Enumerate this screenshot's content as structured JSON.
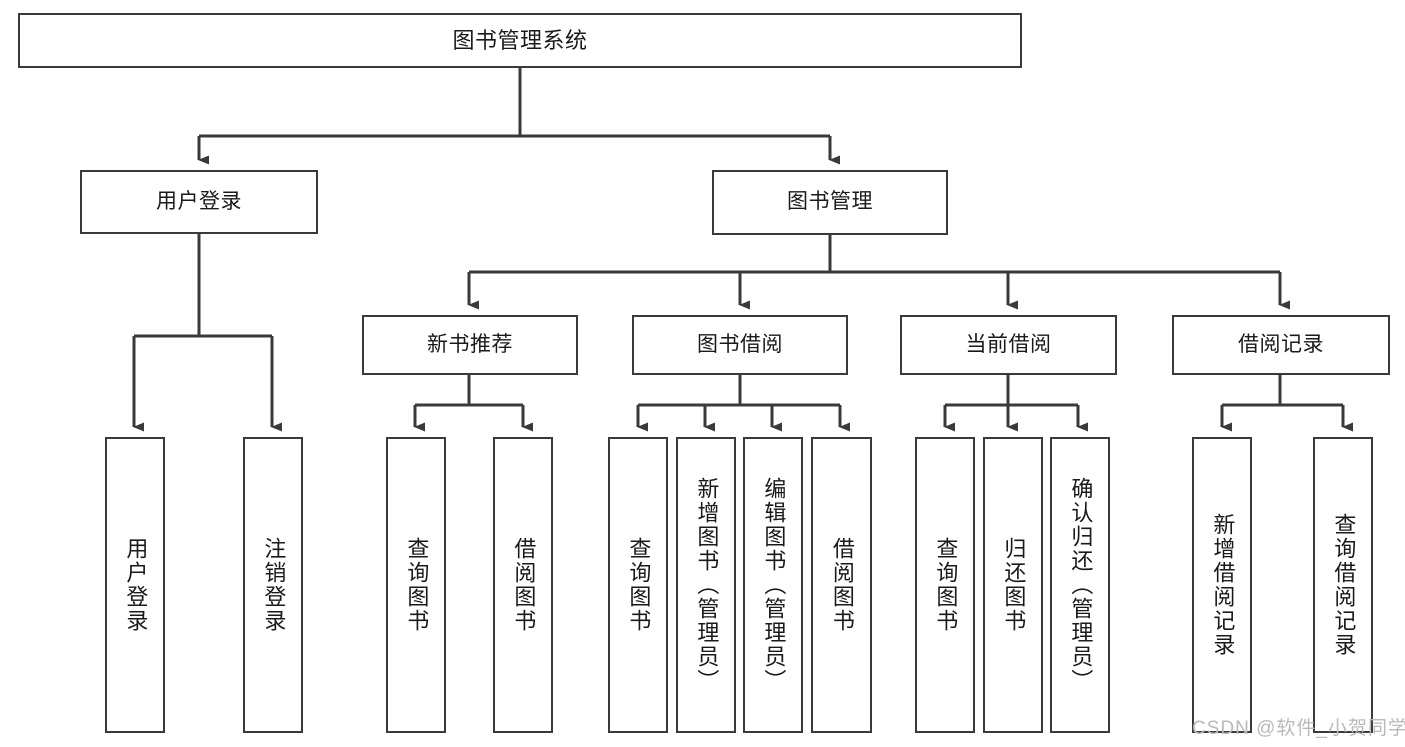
{
  "diagram": {
    "type": "tree-hierarchy-flowchart",
    "title": "图书管理系统",
    "line_color": "#3a3a3a",
    "box_fill": "#ffffff",
    "text_color": "#1a1a1a",
    "levels": 4
  },
  "nodes": {
    "root": {
      "label": "图书管理系统"
    },
    "level2": [
      {
        "label": "用户登录"
      },
      {
        "label": "图书管理"
      }
    ],
    "level3": [
      {
        "label": "新书推荐"
      },
      {
        "label": "图书借阅"
      },
      {
        "label": "当前借阅"
      },
      {
        "label": "借阅记录"
      }
    ],
    "leaves": {
      "user_login": [
        {
          "label": "用户登录"
        },
        {
          "label": "注销登录"
        }
      ],
      "new_book_recommend": [
        {
          "label": "查询图书"
        },
        {
          "label": "借阅图书"
        }
      ],
      "book_borrow": [
        {
          "label": "查询图书"
        },
        {
          "label": "新增图书（管理员）"
        },
        {
          "label": "编辑图书（管理员）"
        },
        {
          "label": "借阅图书"
        }
      ],
      "current_borrow": [
        {
          "label": "查询图书"
        },
        {
          "label": "归还图书"
        },
        {
          "label": "确认归还（管理员）"
        }
      ],
      "borrow_record": [
        {
          "label": "新增借阅记录"
        },
        {
          "label": "查询借阅记录"
        }
      ]
    }
  },
  "watermark": {
    "text": "CSDN @软件_小贺同学"
  }
}
